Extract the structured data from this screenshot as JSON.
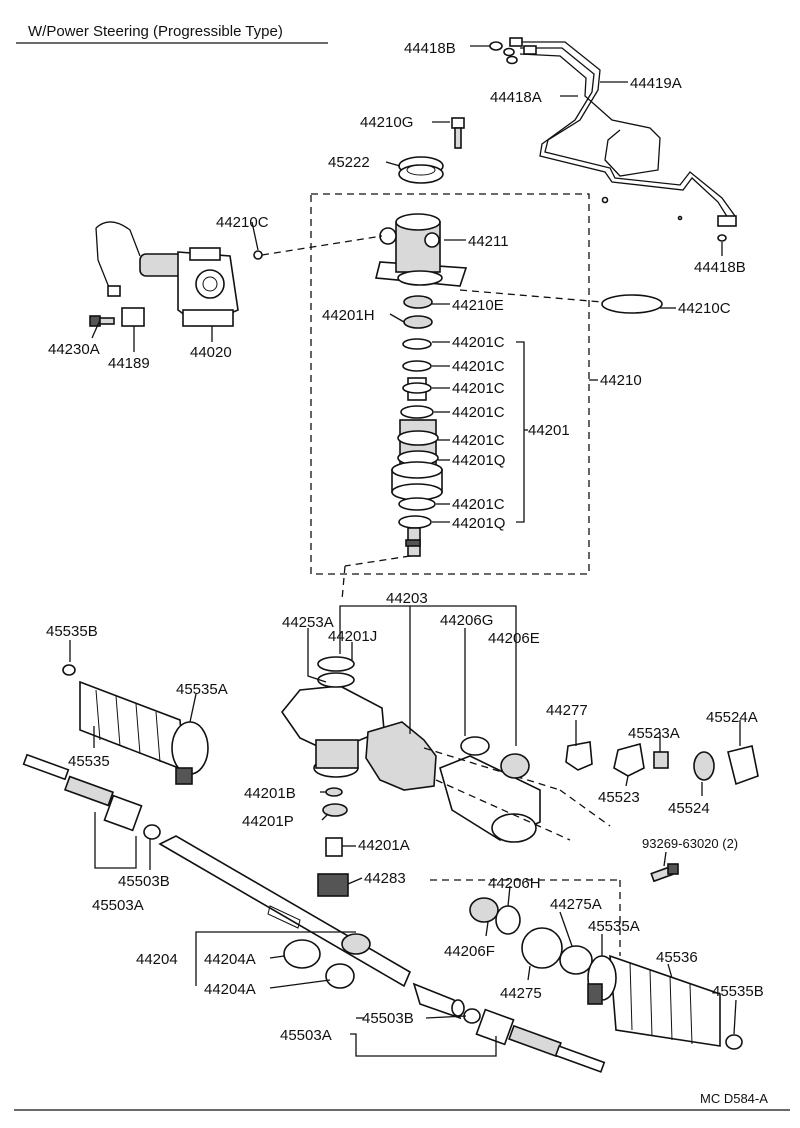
{
  "title": "W/Power Steering (Progressible Type)",
  "footer_code": "MC D584-A",
  "parts": {
    "p44418B_top": "44418B",
    "p44419A": "44419A",
    "p44418A": "44418A",
    "p44210G": "44210G",
    "p45222": "45222",
    "p44210C_left": "44210C",
    "p44211": "44211",
    "p44418B_right": "44418B",
    "p44210E": "44210E",
    "p44201H": "44201H",
    "p44210C_right": "44210C",
    "p44230A": "44230A",
    "p44189": "44189",
    "p44020": "44020",
    "p44201C_1": "44201C",
    "p44201C_2": "44201C",
    "p44201C_3": "44201C",
    "p44201C_4": "44201C",
    "p44201C_5": "44201C",
    "p44201Q_1": "44201Q",
    "p44201C_6": "44201C",
    "p44201Q_2": "44201Q",
    "p44210": "44210",
    "p44201": "44201",
    "p44203": "44203",
    "p44253A": "44253A",
    "p44206G": "44206G",
    "p45535B_left": "45535B",
    "p44201J": "44201J",
    "p44206E": "44206E",
    "p45535A_left": "45535A",
    "p44277": "44277",
    "p45523A": "45523A",
    "p45524A": "45524A",
    "p45535": "45535",
    "p45523": "45523",
    "p45524": "45524",
    "p44201B": "44201B",
    "p44201P": "44201P",
    "p44201A": "44201A",
    "p93269": "93269-63020 (2)",
    "p45503B_left": "45503B",
    "p44283": "44283",
    "p45503A_left": "45503A",
    "p44206H": "44206H",
    "p44275A": "44275A",
    "p45535A_right": "45535A",
    "p44206F": "44206F",
    "p44204": "44204",
    "p44204A_1": "44204A",
    "p44275": "44275",
    "p45536": "45536",
    "p44204A_2": "44204A",
    "p45535B_right": "45535B",
    "p45503A_right": "45503A",
    "p45503B_right": "45503B"
  }
}
